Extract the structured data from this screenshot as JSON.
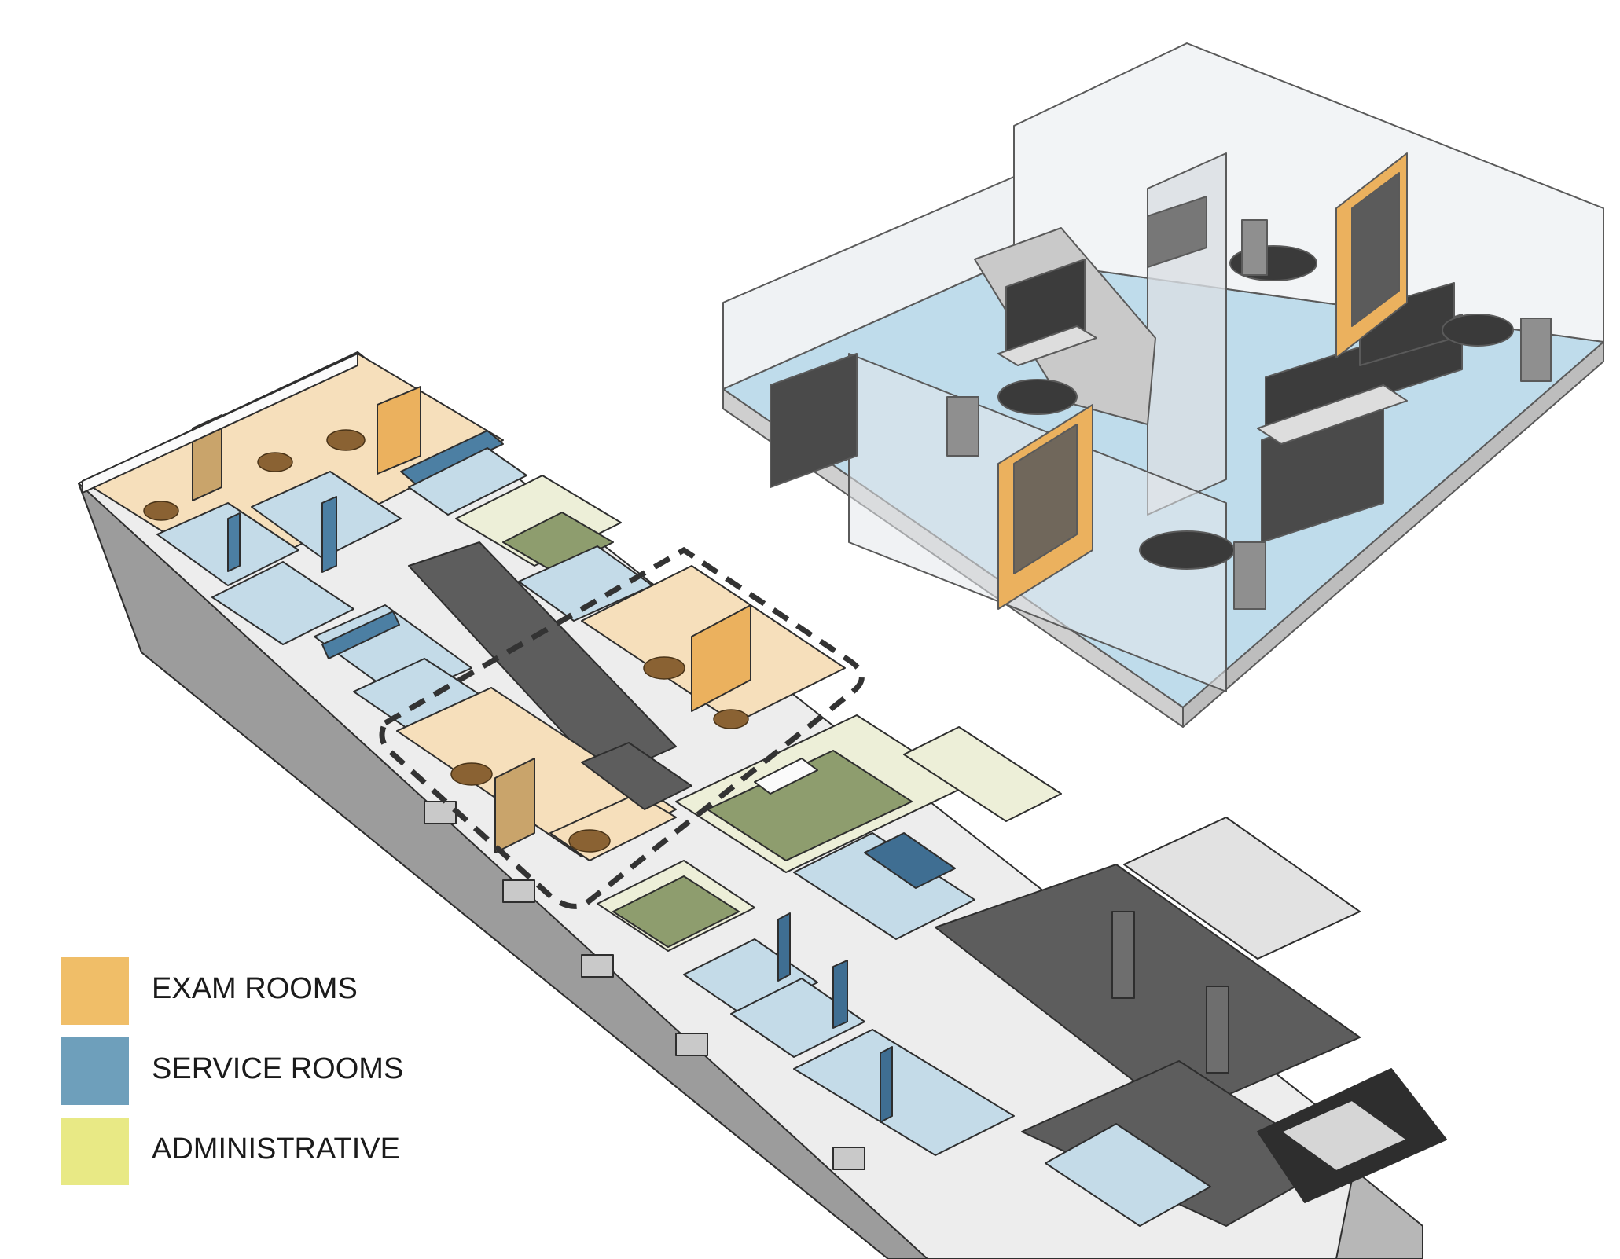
{
  "legend": {
    "items": [
      {
        "label": "EXAM ROOMS",
        "color": "#F0BE68"
      },
      {
        "label": "SERVICE ROOMS",
        "color": "#6E9FBB"
      },
      {
        "label": "ADMINISTRATIVE",
        "color": "#E8E985"
      }
    ]
  },
  "colors": {
    "exam_floor": "#F6DFBB",
    "exam_partition": "#EBB15E",
    "service_floor": "#C4DBE8",
    "service_dark": "#4C7FA3",
    "admin_floor": "#EDEFD8",
    "admin_carpet": "#8E9D6E",
    "wall_white": "#FBFBFB",
    "wall_shade": "#A7A7A7",
    "corridor": "#5D5D5D",
    "outline": "#2E2E2E",
    "dental_chair": "#8A6233",
    "cabinet_dark": "#3C3C3C",
    "glass_wall": "#E9EDF0"
  },
  "icons": {
    "dashed_outline": "dashed-highlight-outline",
    "chair": "dental-chair-icon"
  }
}
